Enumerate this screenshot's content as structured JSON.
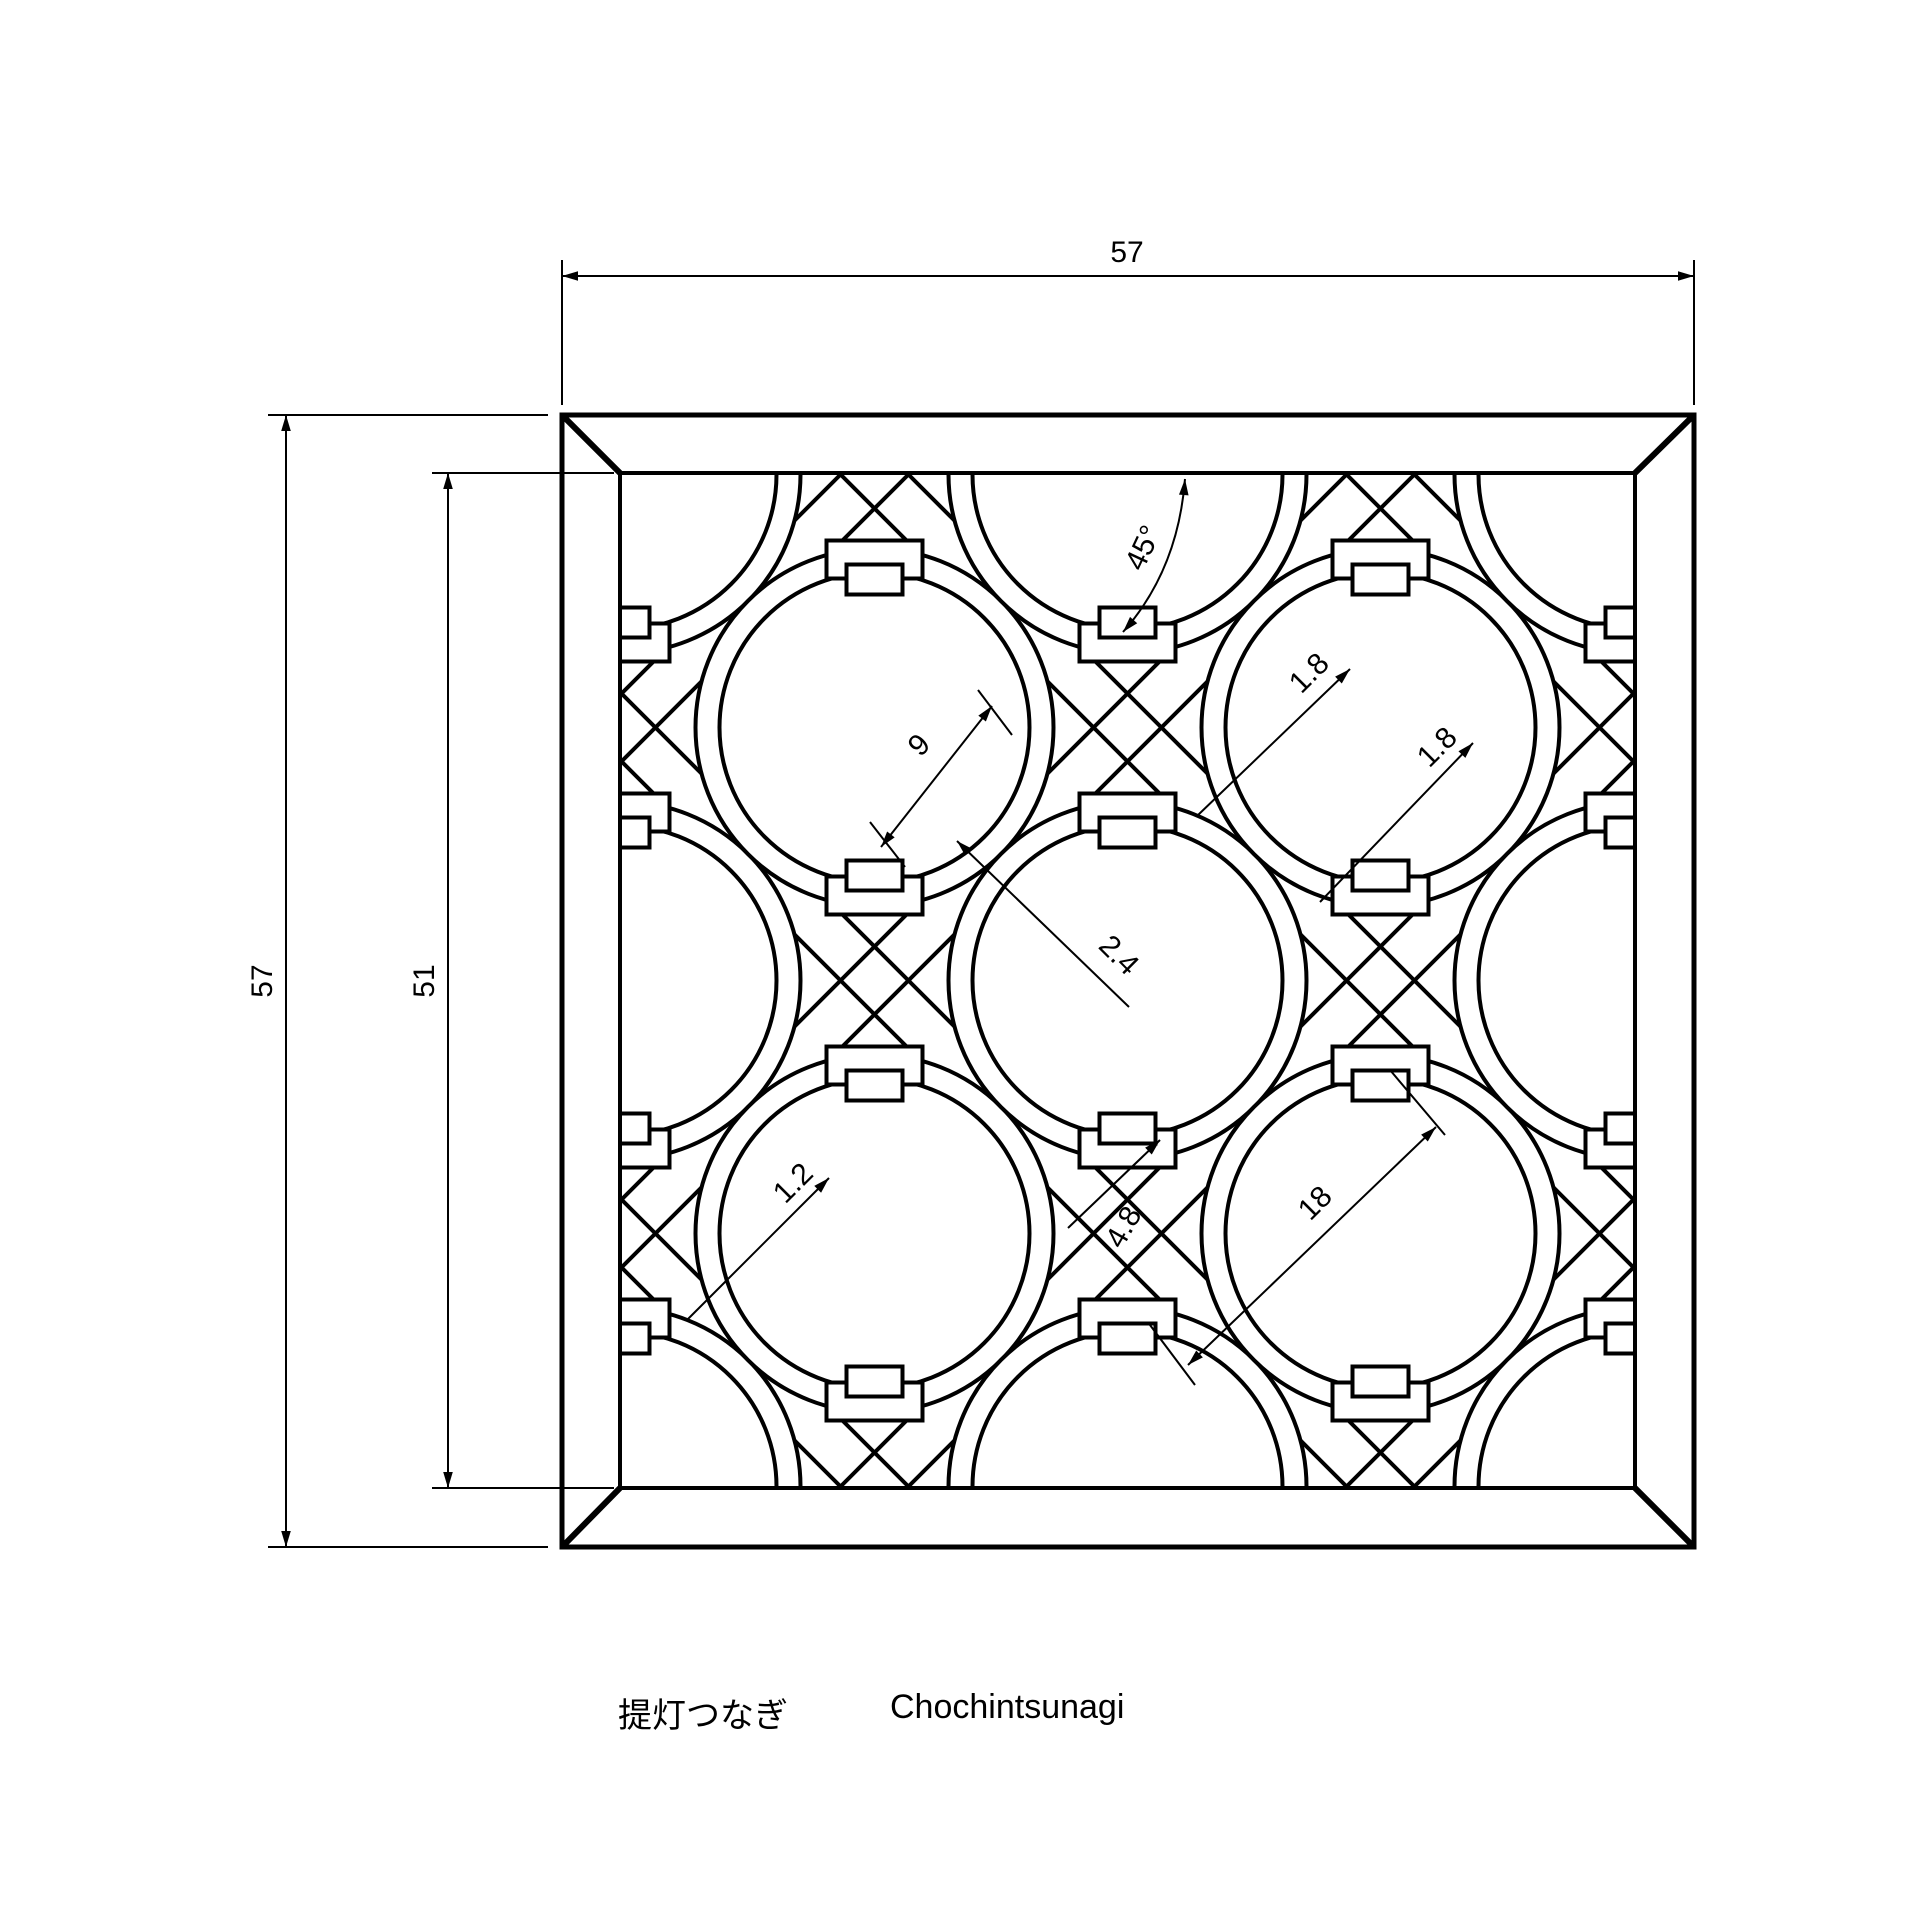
{
  "drawing": {
    "dimensions": {
      "overall_width": "57",
      "overall_height": "57",
      "inner_height": "51",
      "angle": "45°",
      "inner_radius": "9",
      "bar_width": "2.4",
      "gap_upper": "1.8",
      "gap_right": "1.8",
      "ring_width": "1.2",
      "double_bar": "4.8",
      "lantern_diameter": "18"
    },
    "line_color": "#000000",
    "background_color": "#ffffff"
  },
  "caption": {
    "japanese": "提灯つなぎ",
    "romaji": "Chochintsunagi"
  }
}
